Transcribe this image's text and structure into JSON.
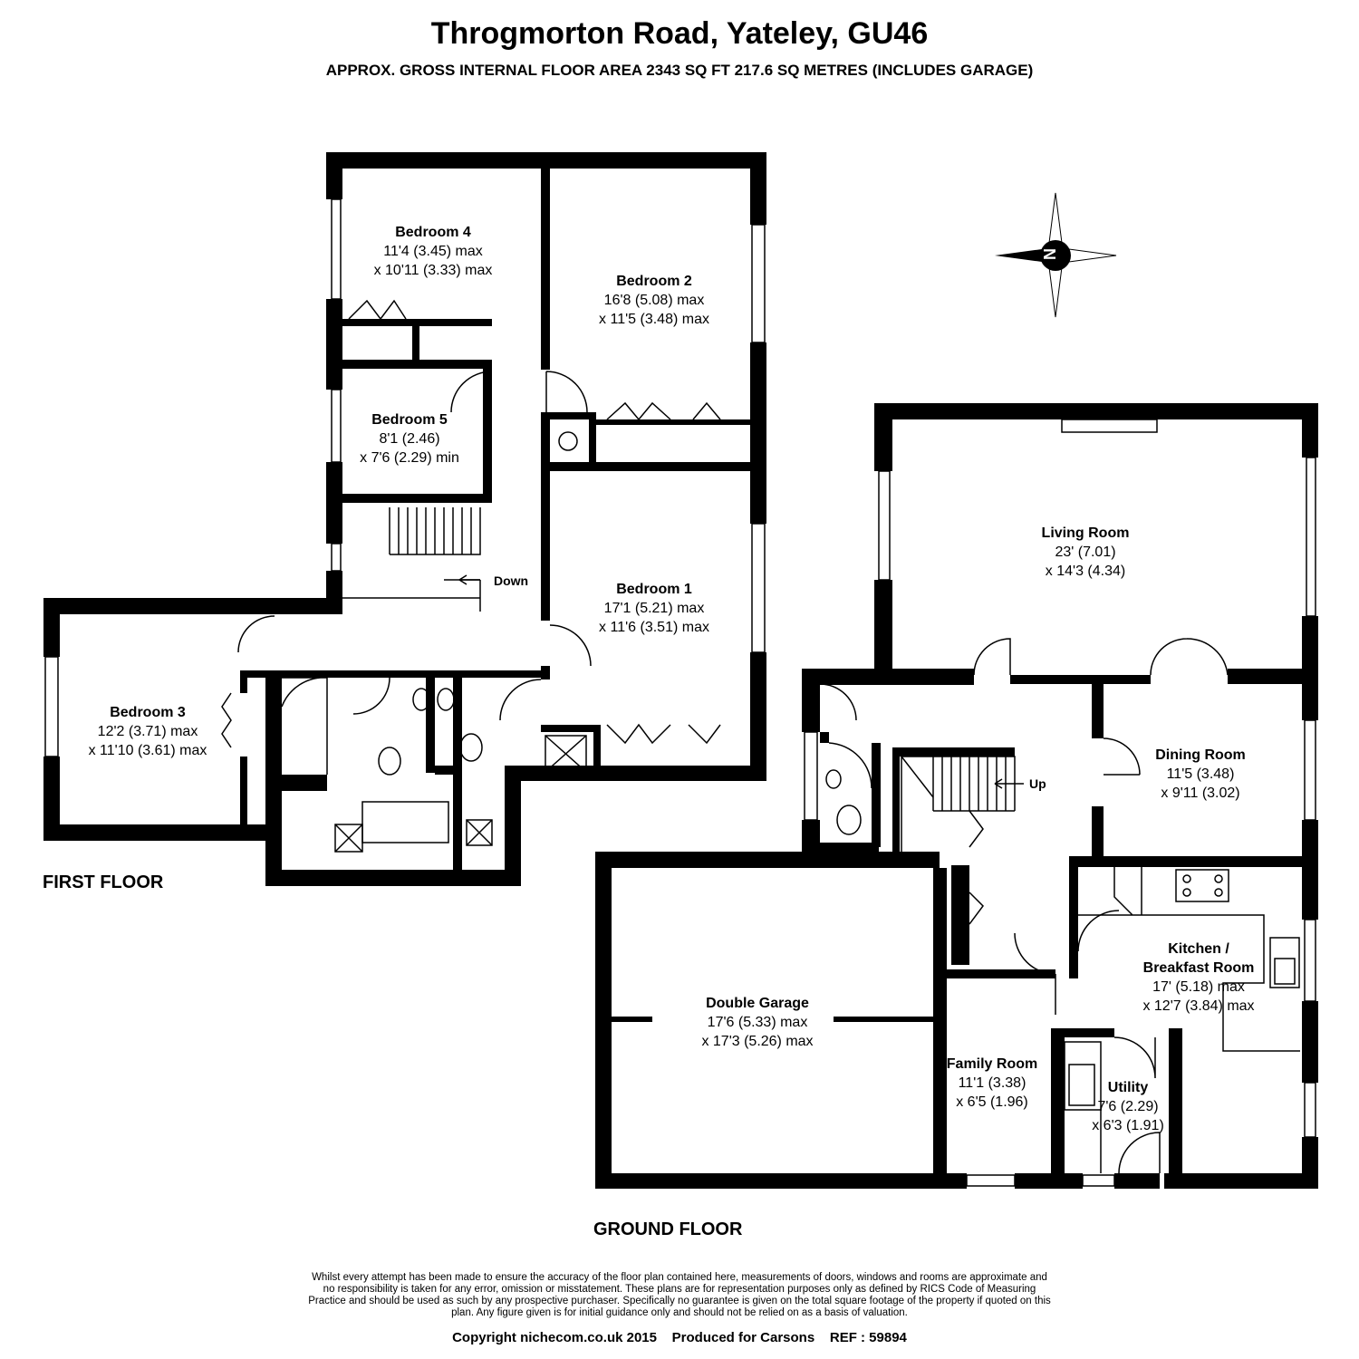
{
  "header": {
    "title": "Throgmorton Road, Yateley, GU46",
    "subtitle": "APPROX. GROSS INTERNAL FLOOR AREA 2343 SQ FT 217.6 SQ METRES (INCLUDES GARAGE)"
  },
  "first_floor": {
    "label": "FIRST FLOOR",
    "stairs_label": "Down",
    "rooms": [
      {
        "name": "Bedroom 4",
        "dim1": "11'4 (3.45) max",
        "dim2": "x 10'11 (3.33) max"
      },
      {
        "name": "Bedroom 2",
        "dim1": "16'8 (5.08) max",
        "dim2": "x 11'5 (3.48) max"
      },
      {
        "name": "Bedroom 5",
        "dim1": "8'1 (2.46)",
        "dim2": "x 7'6 (2.29) min"
      },
      {
        "name": "Bedroom 1",
        "dim1": "17'1 (5.21) max",
        "dim2": "x 11'6 (3.51) max"
      },
      {
        "name": "Bedroom 3",
        "dim1": "12'2 (3.71) max",
        "dim2": "x 11'10 (3.61) max"
      }
    ]
  },
  "ground_floor": {
    "label": "GROUND FLOOR",
    "stairs_label": "Up",
    "rooms": [
      {
        "name": "Living Room",
        "dim1": "23' (7.01)",
        "dim2": "x 14'3 (4.34)"
      },
      {
        "name": "Dining Room",
        "dim1": "11'5 (3.48)",
        "dim2": "x 9'11 (3.02)"
      },
      {
        "name": "Kitchen /",
        "name2": "Breakfast Room",
        "dim1": "17' (5.18) max",
        "dim2": "x 12'7 (3.84) max"
      },
      {
        "name": "Double Garage",
        "dim1": "17'6 (5.33) max",
        "dim2": "x 17'3 (5.26) max"
      },
      {
        "name": "Family Room",
        "dim1": "11'1 (3.38)",
        "dim2": "x 6'5 (1.96)"
      },
      {
        "name": "Utility",
        "dim1": "7'6 (2.29)",
        "dim2": "x 6'3 (1.91)"
      }
    ]
  },
  "compass": {
    "label": "N",
    "icon": "compass-icon"
  },
  "footer": {
    "disclaimer": "Whilst every attempt has been made to ensure the accuracy of the floor plan contained here, measurements of doors, windows and rooms are approximate and no responsibility is taken for any error, omission or misstatement. These plans are for representation purposes only as defined by RICS Code of Measuring Practice and should be used as such by any prospective purchaser.  Specifically no guarantee is given on the total square footage of the property if quoted on this plan. Any figure given is for initial guidance only and should not be relied on as a basis of valuation.",
    "credit": "Copyright nichecom.co.uk 2015    Produced for Carsons    REF : 59894"
  },
  "colors": {
    "wall": "#000000",
    "background": "#ffffff"
  }
}
